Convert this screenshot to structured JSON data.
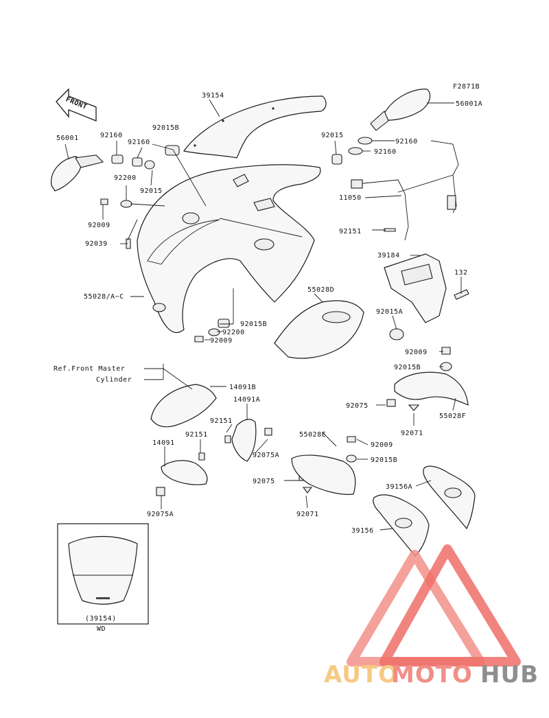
{
  "figure_code": "F2871B",
  "front_arrow_text": "FRONT",
  "labels": {
    "l39154": "39154",
    "l56001A": "56001A",
    "l56001": "56001",
    "l92160a": "92160",
    "l92015Ba": "92015B",
    "l92160b": "92160",
    "l92015a": "92015",
    "l92160c": "92160",
    "l92160d": "92160",
    "l92200a": "92200",
    "l92015b": "92015",
    "l11050": "11050",
    "l92009a": "92009",
    "l92151a": "92151",
    "l92039": "92039",
    "l39184": "39184",
    "l132": "132",
    "l55028AC": "55028/A~C",
    "l55028D": "55028D",
    "l92015Aa": "92015A",
    "l92015Bb": "92015B",
    "l92200b": "92200",
    "l92009b": "92009",
    "l92009c": "92009",
    "l92015Bc": "92015B",
    "lRef1": "Ref.Front Master",
    "lRef2": "Cylinder",
    "l14091B": "14091B",
    "l14091A": "14091A",
    "l92075a": "92075",
    "l55028F": "55028F",
    "l92151b": "92151",
    "l92071a": "92071",
    "l14091": "14091",
    "l92151c": "92151",
    "l55028E": "55028E",
    "l92009d": "92009",
    "l92075Aa": "92075A",
    "l92015Bd": "92015B",
    "l92075b": "92075",
    "l92075Ab": "92075A",
    "l92071b": "92071",
    "l39156A": "39156A",
    "l39156": "39156",
    "l39154ref": "(39154)",
    "lWD": "WD"
  },
  "watermark": {
    "auto": "AUTO",
    "moto": "MOTO",
    "hub": "HUB",
    "color_auto": "#f6c983",
    "color_moto": "#f08f87",
    "color_hub": "#8f8f8f",
    "logo_color": "#ee6e68"
  }
}
